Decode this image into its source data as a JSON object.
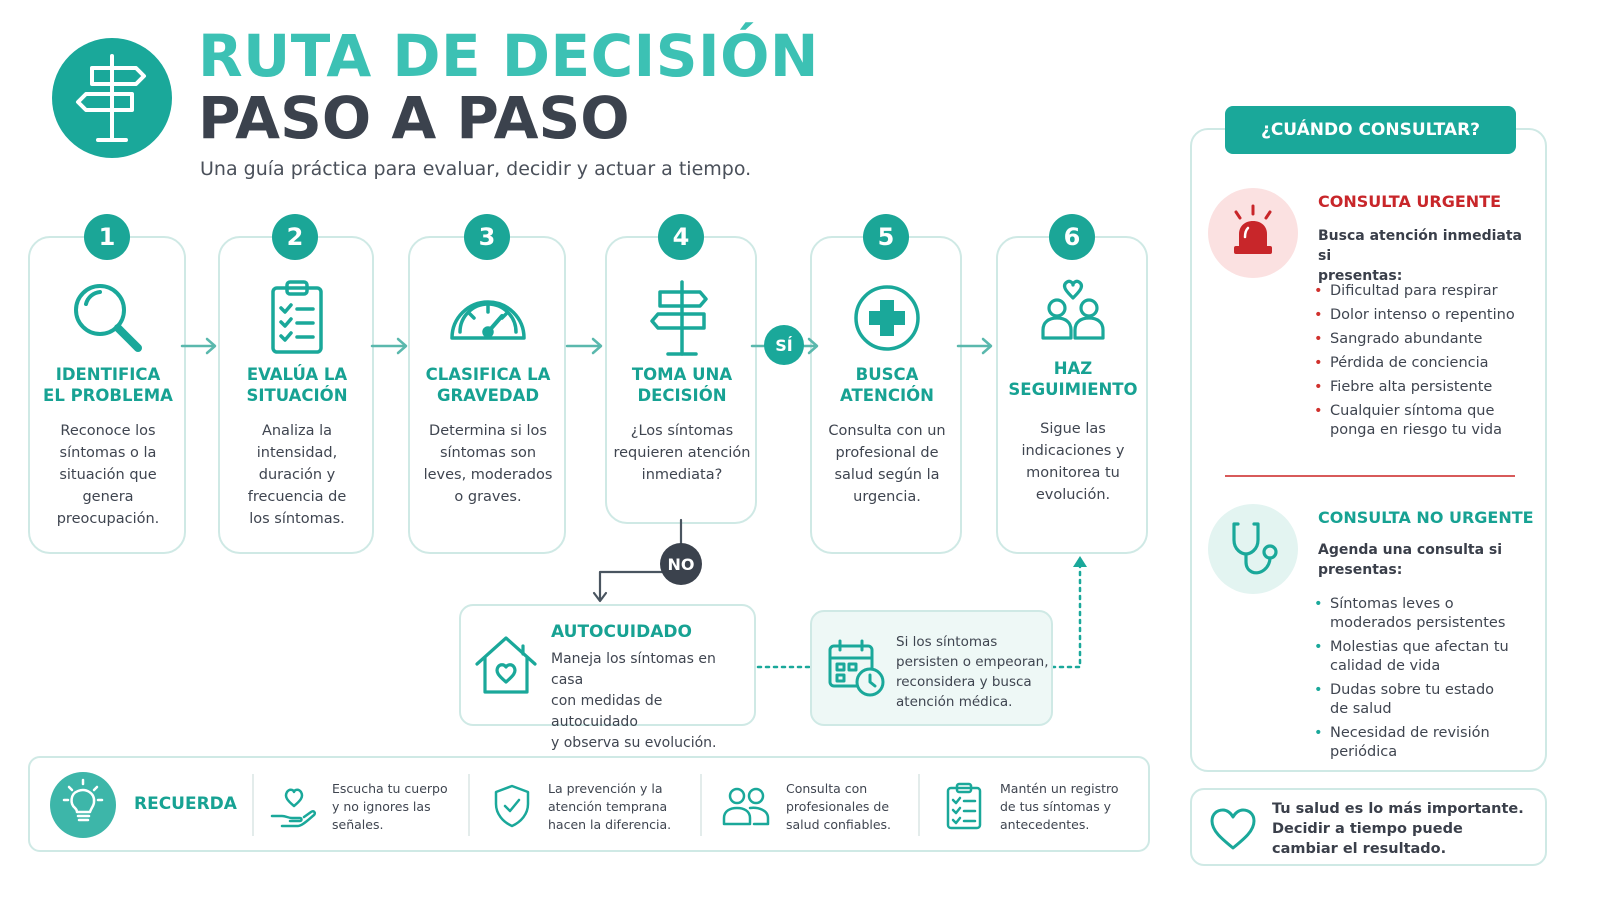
{
  "header": {
    "title_line1": "RUTA DE DECISIÓN",
    "title_line2": "PASO A PASO",
    "subtitle": "Una guía práctica para evaluar, decidir y actuar a tiempo."
  },
  "steps": [
    {
      "number": "1",
      "title_l1": "IDENTIFICA",
      "title_l2": "EL PROBLEMA",
      "text": [
        "Reconoce los",
        "síntomas o la",
        "situación que",
        "genera",
        "preocupación."
      ]
    },
    {
      "number": "2",
      "title_l1": "EVALÚA LA",
      "title_l2": "SITUACIÓN",
      "text": [
        "Analiza la",
        "intensidad,",
        "duración y",
        "frecuencia de",
        "los síntomas."
      ]
    },
    {
      "number": "3",
      "title_l1": "CLASIFICA LA",
      "title_l2": "GRAVEDAD",
      "text": [
        "Determina si los",
        "síntomas son",
        "leves, moderados",
        "o graves."
      ]
    },
    {
      "number": "4",
      "title_l1": "TOMA UNA",
      "title_l2": "DECISIÓN",
      "text": [
        "¿Los síntomas",
        "requieren atención",
        "inmediata?"
      ]
    },
    {
      "number": "5",
      "title_l1": "BUSCA",
      "title_l2": "ATENCIÓN",
      "text": [
        "Consulta con un",
        "profesional de",
        "salud según la",
        "urgencia."
      ]
    },
    {
      "number": "6",
      "title_l1": "HAZ",
      "title_l2": "SEGUIMIENTO",
      "text": [
        "Sigue las",
        "indicaciones y",
        "monitorea tu",
        "evolución."
      ]
    }
  ],
  "decision": {
    "yes_label": "SÍ",
    "no_label": "NO"
  },
  "selfcare": {
    "title": "AUTOCUIDADO",
    "text": [
      "Maneja los síntomas en casa",
      "con medidas de autocuidado",
      "y observa su evolución."
    ]
  },
  "persist": {
    "text": [
      "Si los síntomas",
      "persisten o empeoran,",
      "reconsidera y busca",
      "atención médica."
    ]
  },
  "remember": {
    "label": "RECUERDA",
    "items": [
      {
        "text": [
          "Escucha tu cuerpo",
          "y no ignores las",
          "señales."
        ]
      },
      {
        "text": [
          "La prevención y la",
          "atención temprana",
          "hacen la diferencia."
        ]
      },
      {
        "text": [
          "Consulta con",
          "profesionales de",
          "salud confiables."
        ]
      },
      {
        "text": [
          "Mantén un registro",
          "de tus síntomas y",
          "antecedentes."
        ]
      }
    ]
  },
  "right_panel": {
    "heading": "¿CUÁNDO CONSULTAR?",
    "urgent": {
      "title": "CONSULTA URGENTE",
      "subtitle": [
        "Busca atención inmediata si",
        "presentas:"
      ],
      "items": [
        [
          "Dificultad para respirar"
        ],
        [
          "Dolor intenso o repentino"
        ],
        [
          "Sangrado abundante"
        ],
        [
          "Pérdida de conciencia"
        ],
        [
          "Fiebre alta persistente"
        ],
        [
          "Cualquier síntoma que",
          "ponga en riesgo tu vida"
        ]
      ]
    },
    "non_urgent": {
      "title": "CONSULTA NO URGENTE",
      "subtitle": [
        "Agenda una consulta si",
        "presentas:"
      ],
      "items": [
        [
          "Síntomas leves o",
          "moderados persistentes"
        ],
        [
          "Molestias que afectan tu",
          "calidad de vida"
        ],
        [
          "Dudas sobre tu estado",
          "de salud"
        ],
        [
          "Necesidad de revisión",
          "periódica"
        ]
      ]
    },
    "closing": [
      "Tu salud es lo más importante.",
      "Decidir a tiempo puede",
      "cambiar el resultado."
    ]
  },
  "colors": {
    "teal": "#1aa89a",
    "teal_light": "#3cc1b4",
    "dark": "#3b424d",
    "red": "#c8262a"
  }
}
